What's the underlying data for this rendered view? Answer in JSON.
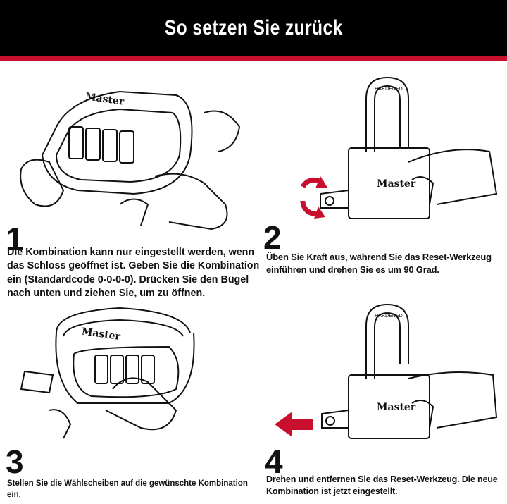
{
  "header": {
    "title": "So setzen Sie zurück"
  },
  "steps": [
    {
      "number": "1",
      "text": "Die Kombination kann nur eingestellt werden, wenn das Schloss geöffnet ist. Geben Sie die Kombination ein (Standardcode 0-0-0-0). Drücken Sie den Bügel nach unten und ziehen Sie, um zu öffnen."
    },
    {
      "number": "2",
      "text": "Üben Sie Kraft aus, während Sie das Reset-Werkzeug einführen und drehen Sie es um 90 Grad."
    },
    {
      "number": "3",
      "text": "Stellen Sie die Wählscheiben auf die gewünschte Kombination ein."
    },
    {
      "number": "4",
      "text": "Drehen und entfernen Sie das Reset-Werkzeug. Die neue Kombination ist jetzt eingestellt."
    }
  ],
  "lock": {
    "brand": "Master",
    "shackle_label": "HARDENED"
  },
  "colors": {
    "header_bg": "#000000",
    "accent_red": "#c8102e",
    "text": "#111111"
  },
  "icons": [
    "rotate-arrow-icon",
    "left-arrow-icon"
  ]
}
